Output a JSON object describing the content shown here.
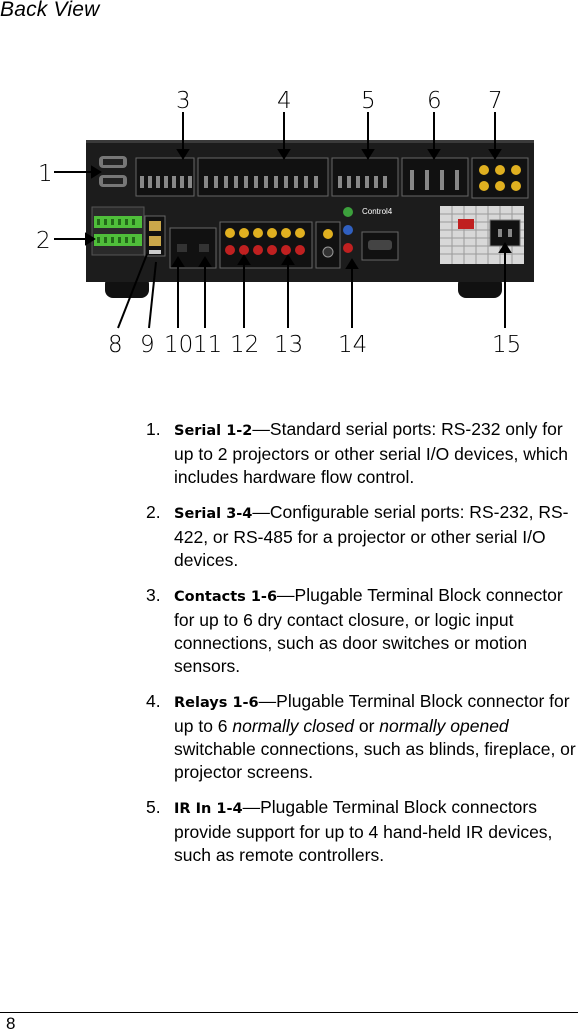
{
  "page": {
    "section_title": "Back View",
    "page_number": "8"
  },
  "figure": {
    "callouts_top": [
      "3",
      "4",
      "5",
      "6",
      "7"
    ],
    "callouts_left": [
      "1",
      "2"
    ],
    "callouts_bottom": [
      "8",
      "9",
      "10",
      "11",
      "12",
      "13",
      "14",
      "15"
    ],
    "brand_label": "Control4",
    "colors": {
      "panel": "#1c1c1c",
      "terminal_green": "#4fbf3a",
      "rca_gold": "#e0b020",
      "rca_red": "#c02020"
    }
  },
  "items": [
    {
      "number": "1.",
      "term": "Serial 1-2",
      "desc": "—Standard serial ports: RS-232 only for up to 2 projectors or other serial I/O devices, which includes hardware flow control."
    },
    {
      "number": "2.",
      "term": "Serial 3-4",
      "desc": "—Configurable serial ports: RS-232, RS-422, or RS-485 for a projector or other serial I/O devices."
    },
    {
      "number": "3.",
      "term": "Contacts 1-6",
      "desc": "—Plugable Terminal Block connector for up to 6 dry contact closure, or logic input connections, such as door switches or motion sensors."
    },
    {
      "number": "4.",
      "term": "Relays 1-6",
      "desc_a": "—Plugable Terminal Block connector for up to 6 ",
      "em_a": "normally closed",
      "desc_b": " or ",
      "em_b": "normally opened",
      "desc_c": " switchable connections, such as blinds, fireplace, or projector screens."
    },
    {
      "number": "5.",
      "term": "IR In 1-4",
      "desc": "—Plugable Terminal Block connectors provide support for up to 4 hand-held IR devices, such as remote controllers."
    }
  ]
}
